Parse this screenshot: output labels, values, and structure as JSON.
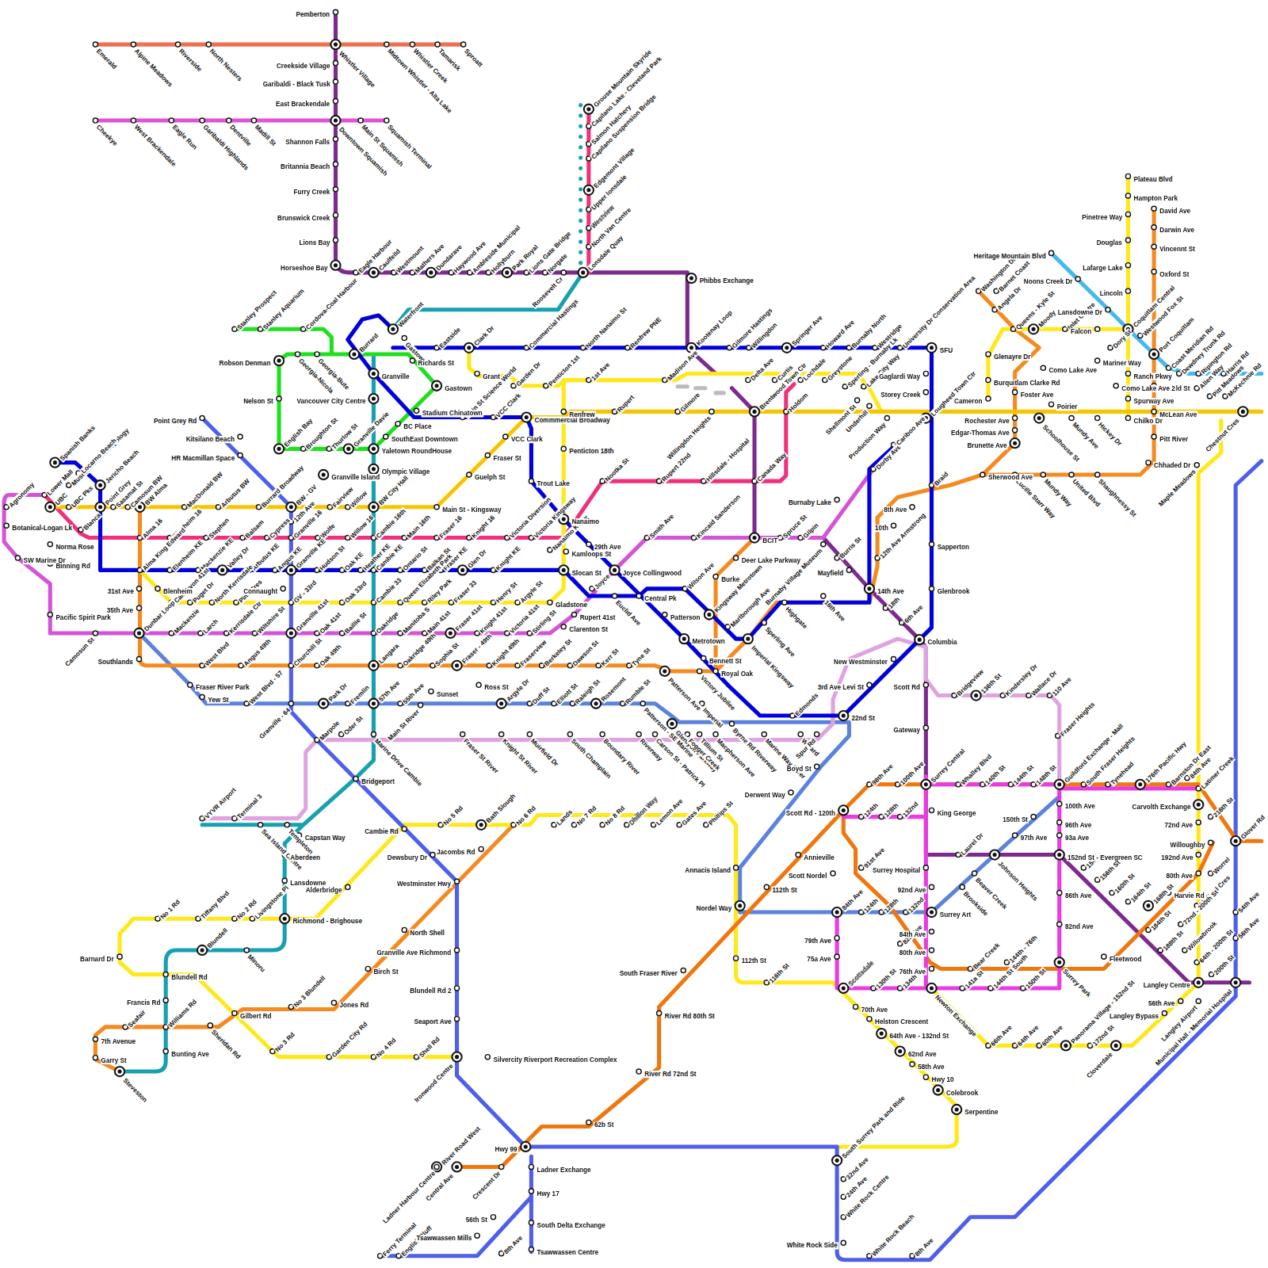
{
  "diagram": {
    "labels": [
      "Pemberton",
      "Emerald",
      "Alpine Meadows",
      "Riverside",
      "North Nesters",
      "Whistler Village",
      "Midtown Whistler - Alta Lake",
      "Whistler Creek",
      "Tamarisk",
      "Sproatt",
      "Creekside Village",
      "Garibaldi - Black Tusk",
      "East Brackendale",
      "Cheekye",
      "West Brackendale",
      "Eagle Run",
      "Garibaldi Highlands",
      "Dentville",
      "Madill St",
      "Downtown Squamish",
      "Main St Squamish",
      "Squamish Terminal",
      "Shannon Falls",
      "Britannia Beach",
      "Furry Creek",
      "Brunswick Creek",
      "Lions Bay",
      "Horseshoe Bay",
      "Eagle Harbour",
      "Caulfeild",
      "Westmount",
      "Mathers Ave",
      "Dundarave",
      "Haywood Ave",
      "Ambleside Municipal",
      "Hollyburn",
      "Park Royal",
      "Lions Gate Bridge",
      "Norgate",
      "Roosevelt Cr",
      "Lonsdale Quay",
      "Grouse Mountain Skyride",
      "Capilano Lake - Cleveland Park",
      "Salmon Hatchery",
      "Capilano Suspension Bridge",
      "Edgemont Village",
      "Upper lonsdale",
      "Westview",
      "North Van Centre",
      "Phibbs Exchange",
      "Stanley Prospect",
      "Stanley Aquarium",
      "Cordova-Coal Harbour",
      "Waterfront",
      "Gastown",
      "Robson Denman",
      "Georgia-Nicola",
      "Georgia-Bute",
      "Burrard",
      "Richards St",
      "Eastside",
      "Clark Dr",
      "Commercial Hastings",
      "North Nanaimo St",
      "Renfrew PNE",
      "Kootenay Loop",
      "Granville",
      "Gastown",
      "Grant",
      "Nelson St",
      "Vancouver City Centre",
      "Stadium Chinatown",
      "BC Place",
      "SouthEast Downtown",
      "English Bay",
      "Broughton St",
      "Thurlow St",
      "Granville Davie",
      "Yaletown RoundHouse",
      "Olympic Village",
      "Granville Island",
      "Point Grey Rd",
      "Kitsilano Beach",
      "HR Macmillan Space",
      "Main St Science World",
      "VCC Clark",
      "Commmercial Broadway",
      "Garden Dr",
      "Penticton 1st",
      "1st Ave",
      "Renfrew",
      "Rupert",
      "Madison Ave",
      "Gilmore",
      "Gilmore Hastings",
      "Willingdon",
      "Springer Ave",
      "Howard Ave",
      "Burnaby North",
      "Westridge",
      "University Dr Conservation Area",
      "SFU",
      "Delta Ave",
      "Curtis",
      "Lochdale",
      "Greystone",
      "Sperling - Burnaby Lk",
      "Lake City Way",
      "Willingdon Heights",
      "Brentwood Town Ctr",
      "Holdom",
      "Shellmont St",
      "Underhill",
      "Production Way",
      "Gaglardi Way",
      "Storey Creek",
      "Lougheed Town Ctr",
      "Penticton 18th",
      "Fraser St",
      "Guelph St",
      "VCC Clark",
      "Trout Lake",
      "Nootka St",
      "Rupert 22nd",
      "Hillsdale - Hospital",
      "Canada Way",
      "Spanish Banks",
      "Museum of Anthropology",
      "Locarno Beach",
      "Jericho Beach",
      "Agronomy",
      "Lower Mall",
      "UBC",
      "UBC Pks",
      "Point Grey",
      "Sasamat St",
      "Camosun BW",
      "BW Alma",
      "MacDonald BW",
      "Arbutus BW",
      "Burrard Broadway",
      "BW - GV",
      "Fairview",
      "Willow",
      "BW City Hall",
      "Main St - Kingsway",
      "Botanical-Logan Lk",
      "Blanca",
      "Alma 16",
      "Blenheim 16",
      "Stephen",
      "Balsam",
      "Cypress",
      "Granville 16",
      "12th Ave",
      "Wolfe",
      "Willow 16",
      "Cambie 16th",
      "Main 16th",
      "Fraser 16",
      "Knight 16",
      "Victoria Diversion",
      "Victoria Kingsway",
      "Nanaimo",
      "Nanaimo KWay",
      "29th Ave",
      "Kamloops St",
      "Smith Ave",
      "Kincaid Sanderson",
      "BCIT",
      "Spruce St",
      "Gilpin",
      "Burnaby Village Museum",
      "Burris St",
      "Burnaby Lake",
      "Mayfield",
      "Norma Rose",
      "SW Marine Dr",
      "Binning Rd",
      "Alma King Edward",
      "Elenheim KE",
      "Mackenzie KE",
      "Valley Dr",
      "Arbutus KE",
      "Angus KE",
      "Granville KE",
      "Hudson St",
      "Oak KE",
      "Heather KE",
      "Cambie KE",
      "Ontario St",
      "Balkan St",
      "Fraser KE",
      "Glen Dr",
      "Knight KE",
      "Slocan St",
      "Joyce Collingwood",
      "Joyce",
      "Euclid Ave",
      "Central Pk",
      "Wilson Ave",
      "Burke",
      "Deer Lake Parkway",
      "31st Ave",
      "Blenheim",
      "35th Ave",
      "Pacific Spirit Park",
      "Puget Dr",
      "Camarvon 41st",
      "North Kerrisdale",
      "Pine Cres",
      "Connaught",
      "GV - 33rd",
      "Oak 33rd",
      "Cambie 33",
      "Queen Elizabeth Park",
      "Riley Park",
      "Fraser 33",
      "Henry St",
      "Argyle St",
      "Gladstone",
      "Rupert 41st",
      "Patterson",
      "Kingsway Metrotown",
      "Marlborough Ave",
      "Sperling Ave",
      "Highgate",
      "16th Ave",
      "14th Ave",
      "12th Ave Armstrong",
      "10th",
      "8th Ave",
      "Dorby Ave",
      "Cariboo Ave",
      "Braid",
      "Sapperton",
      "Glenbrook",
      "18th",
      "6th Ave",
      "Camosun St",
      "Dunbar Loop",
      "Mackenzie",
      "Larch",
      "Kerrisdale Ctr",
      "Wiltshire St",
      "Granville 41st",
      "Oak 41st",
      "Baillie St",
      "Oakridge",
      "Manitoba S",
      "Main 41st",
      "Fraser 41st",
      "Knight 41st",
      "Victoria 41st",
      "Stirling St",
      "Clarenton St",
      "Metrotown",
      "Imperial Kingsway",
      "Columbia",
      "New Westminster",
      "Southlands",
      "West Blvd",
      "Angus 49th",
      "Churchill St",
      "Oak 49th",
      "Langara",
      "Oakridge 49th",
      "Sophia St",
      "Fraser - 49th",
      "Knight 49th",
      "Fraserview",
      "Berkeley St",
      "Dawson St",
      "Kerr St",
      "Tyne St",
      "Patterson Ave",
      "Bennett St",
      "Royal Oak",
      "Victory Jubilee",
      "Fraser River Park",
      "Yew St",
      "3rd Ave Levi St",
      "Scott Rd",
      "West Blvd - 57",
      "Granville - 64",
      "Park Dr",
      "Fremlin",
      "57th Ave",
      "55th Ave",
      "Sunset",
      "Ross St",
      "Main St River",
      "Argyle Dr",
      "Duff St",
      "Elliott St",
      "Raleigh St",
      "Rosemont",
      "Rumble St",
      "Patterson - SE Marine",
      "Imperial",
      "Edmonds",
      "22nd St",
      "Bridgeview",
      "136th St",
      "Kindersley Dr",
      "Wallace Dr",
      "110 Ave",
      "Fraser Heights",
      "Gateway",
      "Marpole",
      "Oder St",
      "Marine Drive Cambie",
      "Fraser St River",
      "Knight St River",
      "Muirfield Dr",
      "South Champlain",
      "Boundary River",
      "Riverway",
      "Carson St - Patrick Pl",
      "Glenlyon Parkway",
      "Fogger Creek",
      "Tillium St",
      "Macpherson Ave",
      "Byrne Rd Riverway",
      "Marine Way River",
      "Willard",
      "Spur Rd",
      "Boyd St",
      "Derwent Way",
      "VYVR Airport",
      "Terminal 3",
      "Sea Island Centre",
      "Templeton",
      "Capstan Way",
      "Bridgeport",
      "Cambie Rd",
      "No 5 Rd",
      "Bath Slough",
      "No 6 Rd",
      "Lands",
      "No 7 Rd",
      "No 8 Rd",
      "Dhillon Way",
      "Lemon Ave",
      "Gates Ave",
      "Phillips St",
      "Aberdeen",
      "Dewsbury Dr",
      "Jacombs Rd",
      "Lansdowne",
      "Westminster Hwy",
      "Alderbridge",
      "Annacis Island",
      "No 1 Rd",
      "Tiffany Blvd",
      "No 2 Rd",
      "Livingstone Pl",
      "Richmond - Brighouse",
      "Nordel Way",
      "North Shell",
      "Blundell",
      "Minoru",
      "Granville Ave Richmond",
      "Barnard Dr",
      "112th St",
      "South Fraser River",
      "Birch St",
      "Blundell Rd",
      "Blundell Rd 2",
      "116th St",
      "Francis Rd",
      "Jones Rd",
      "No 3 Blundell",
      "Gilbert Rd",
      "River Rd 80th St",
      "Seaport Ave",
      "Seafair",
      "Williams Rd",
      "Sheridan Rd",
      "7th Avenue",
      "Bunting Ave",
      "No 3 Rd",
      "Garden City Rd",
      "No 4 Rd",
      "Shell Rd",
      "Ironwood Centre",
      "Silvercity Riverport Recreation Complex",
      "Garry St",
      "Steveston",
      "River Rd 72nd St",
      "62b St",
      "Hwy 99",
      "River Road West",
      "Ladner Harbour Centre",
      "Central Ave",
      "Crescent Dr",
      "Ladner Exchange",
      "Hwy 17",
      "56th St",
      "South Delta Exchange",
      "Tsawwassen Mills",
      "Tsawwassen Centre",
      "8th Ave",
      "Ferry Terminal",
      "English Bluff",
      "Plateau Blvd",
      "Hampton Park",
      "David Ave",
      "Pinetree Way",
      "Darwin Ave",
      "Douglas",
      "Vincennt St",
      "Heritage Mountain Blvd",
      "Lafarge Lake",
      "Oxford St",
      "Noons Creek Dr",
      "Washington Dr",
      "Barnet Coast",
      "Lincoln",
      "Angela Dr",
      "Lansdowne Dr",
      "Queens - Kyle St",
      "Moody",
      "Inlet Centre",
      "Falcon",
      "Coquitlam Central",
      "Westwood Fox St",
      "Dory St",
      "Port Coquitlam",
      "Glenayre Dr",
      "Mariner Way",
      "Como Lake Ave",
      "Coast Meridian Rd",
      "Ranch Pkwy",
      "Dewdney Trunk Rd",
      "Ripington Rd",
      "Harris Rd",
      "Burquitlam Clarke Rd",
      "Donald St",
      "Como Lake Ave 2",
      "Allen Way",
      "Pitt Meadows",
      "McKechnie Rd",
      "Foster Ave",
      "Spurway Ave",
      "Cameron",
      "Poirier",
      "Rochester Ave",
      "Schoolhouse St",
      "Mundy Ave",
      "Hickey Dr",
      "Chilko Dr",
      "McLean Ave",
      "Chestnut Cres",
      "Edgar-Thomas Ave",
      "Pitt River",
      "Brunette Ave",
      "Maple Meadows",
      "Chhaded Dr",
      "Sherwood Ave",
      "Lucille Starr Way",
      "Mundy Way",
      "United Blvd",
      "Shaughnessy St",
      "98th Ave",
      "100th Ave",
      "Surrey Central",
      "Whalley Blvd",
      "140th St",
      "144th St",
      "148th St",
      "Guildford Exchange - Mall",
      "South Fraser Heights",
      "Tynehead",
      "176th Pacific Hwy",
      "Barnston Dr East",
      "84th Ave",
      "Latimer Creek",
      "Carvolth Exchange",
      "216th St",
      "100th Ave",
      "King George",
      "Scott Rd - 120th",
      "124th",
      "128th",
      "132nd",
      "150th St",
      "96th Ave",
      "72nd Ave",
      "93a Ave",
      "97th Ave",
      "Glover Rd",
      "Willoughby",
      "Annieville",
      "Laurel Dr",
      "Johnson Heights",
      "152nd St - Evergreen SC",
      "192nd Ave",
      "154th",
      "91st Ave",
      "Surrey Hospital",
      "Scott Nordel",
      "Beaver Creek",
      "80th Ave",
      "Worrel",
      "156th St",
      "112th St",
      "92nd Ave",
      "Brookside",
      "160th St",
      "86th Ave",
      "Harvie Rd",
      "164th St",
      "168th St",
      "Mufford Cres",
      "84th Ave",
      "124th",
      "128th",
      "132nd",
      "Surrey Art",
      "54th Ave",
      "82nd Ave",
      "72nd - 200th St",
      "184th St",
      "84th Ave",
      "79th Ave",
      "56th Ave",
      "82b Ave",
      "80th Ave",
      "188th St",
      "Willowbrook",
      "75a Ave",
      "Fleetwood",
      "Bear Creek",
      "144th - 76th",
      "Surrey Park",
      "64th - 200th St",
      "76th Ave",
      "200th St",
      "Langley Centre",
      "Municipal Hall - Memorial Hospital",
      "Scottsdale",
      "130th St",
      "134th St",
      "Newton Exchange",
      "141a St",
      "144th St South",
      "150th St",
      "56th Ave",
      "Langley Airport",
      "70th Ave",
      "Langley Bypass",
      "Helston Crescent",
      "64th Ave - 132nd St",
      "66th Ave",
      "64th Ave",
      "60th Ave",
      "Panorama Village - 152nd St",
      "172nd St",
      "Cloverdale",
      "62nd Ave",
      "58th Ave",
      "Hwy 10",
      "Colebrook",
      "Serpentine",
      "South Surrey Park and Ride",
      "32nd Ave",
      "24th Ave",
      "White Rock Centre",
      "White Rock Side",
      "White Rock Beach",
      "8th Ave"
    ]
  }
}
